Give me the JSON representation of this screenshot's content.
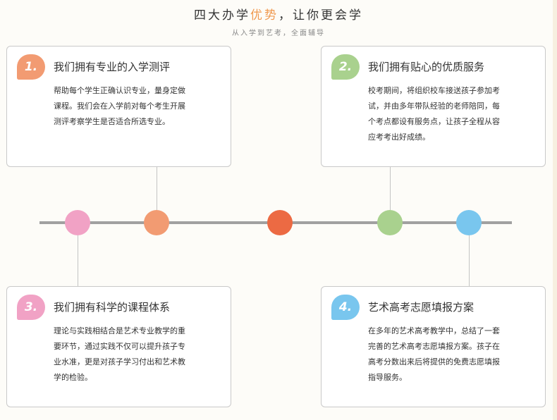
{
  "header": {
    "title_pre": "四大办学",
    "title_highlight": "优势",
    "title_post": "，让你更会学",
    "subtitle": "从入学到艺考，全面辅导"
  },
  "colors": {
    "pink": "#f1a2c5",
    "orange": "#f29b72",
    "red_orange": "#ec6a43",
    "green": "#a9d18e",
    "blue": "#79c6ee",
    "highlight": "#f0994f"
  },
  "cards": [
    {
      "badge": "1.",
      "title": "我们拥有专业的入学测评",
      "lines": [
        "帮助每个学生正确认识专业，量身定做",
        "课程。我们会在入学前对每个考生开展",
        "测评考察学生是否适合所选专业。"
      ]
    },
    {
      "badge": "2.",
      "title": "我们拥有贴心的优质服务",
      "lines": [
        "校考期间，将组织校车接送孩子参加考",
        "试，并由多年带队经验的老师陪同，每",
        "个考点都设有服务点，让孩子全程从容",
        "应考考出好成绩。"
      ]
    },
    {
      "badge": "3.",
      "title": "我们拥有科学的课程体系",
      "lines": [
        "理论与实践相结合是艺术专业教学的重",
        "要环节，通过实践不仅可以提升孩子专",
        "业水准，更是对孩子学习付出和艺术教",
        "学的检验。"
      ]
    },
    {
      "badge": "4.",
      "title": "艺术高考志愿填报方案",
      "lines": [
        "在多年的艺术高考教学中，总结了一套",
        "完善的艺术高考志愿填报方案。孩子在",
        "高考分数出来后将提供的免费志愿填报",
        "指导服务。"
      ]
    }
  ]
}
